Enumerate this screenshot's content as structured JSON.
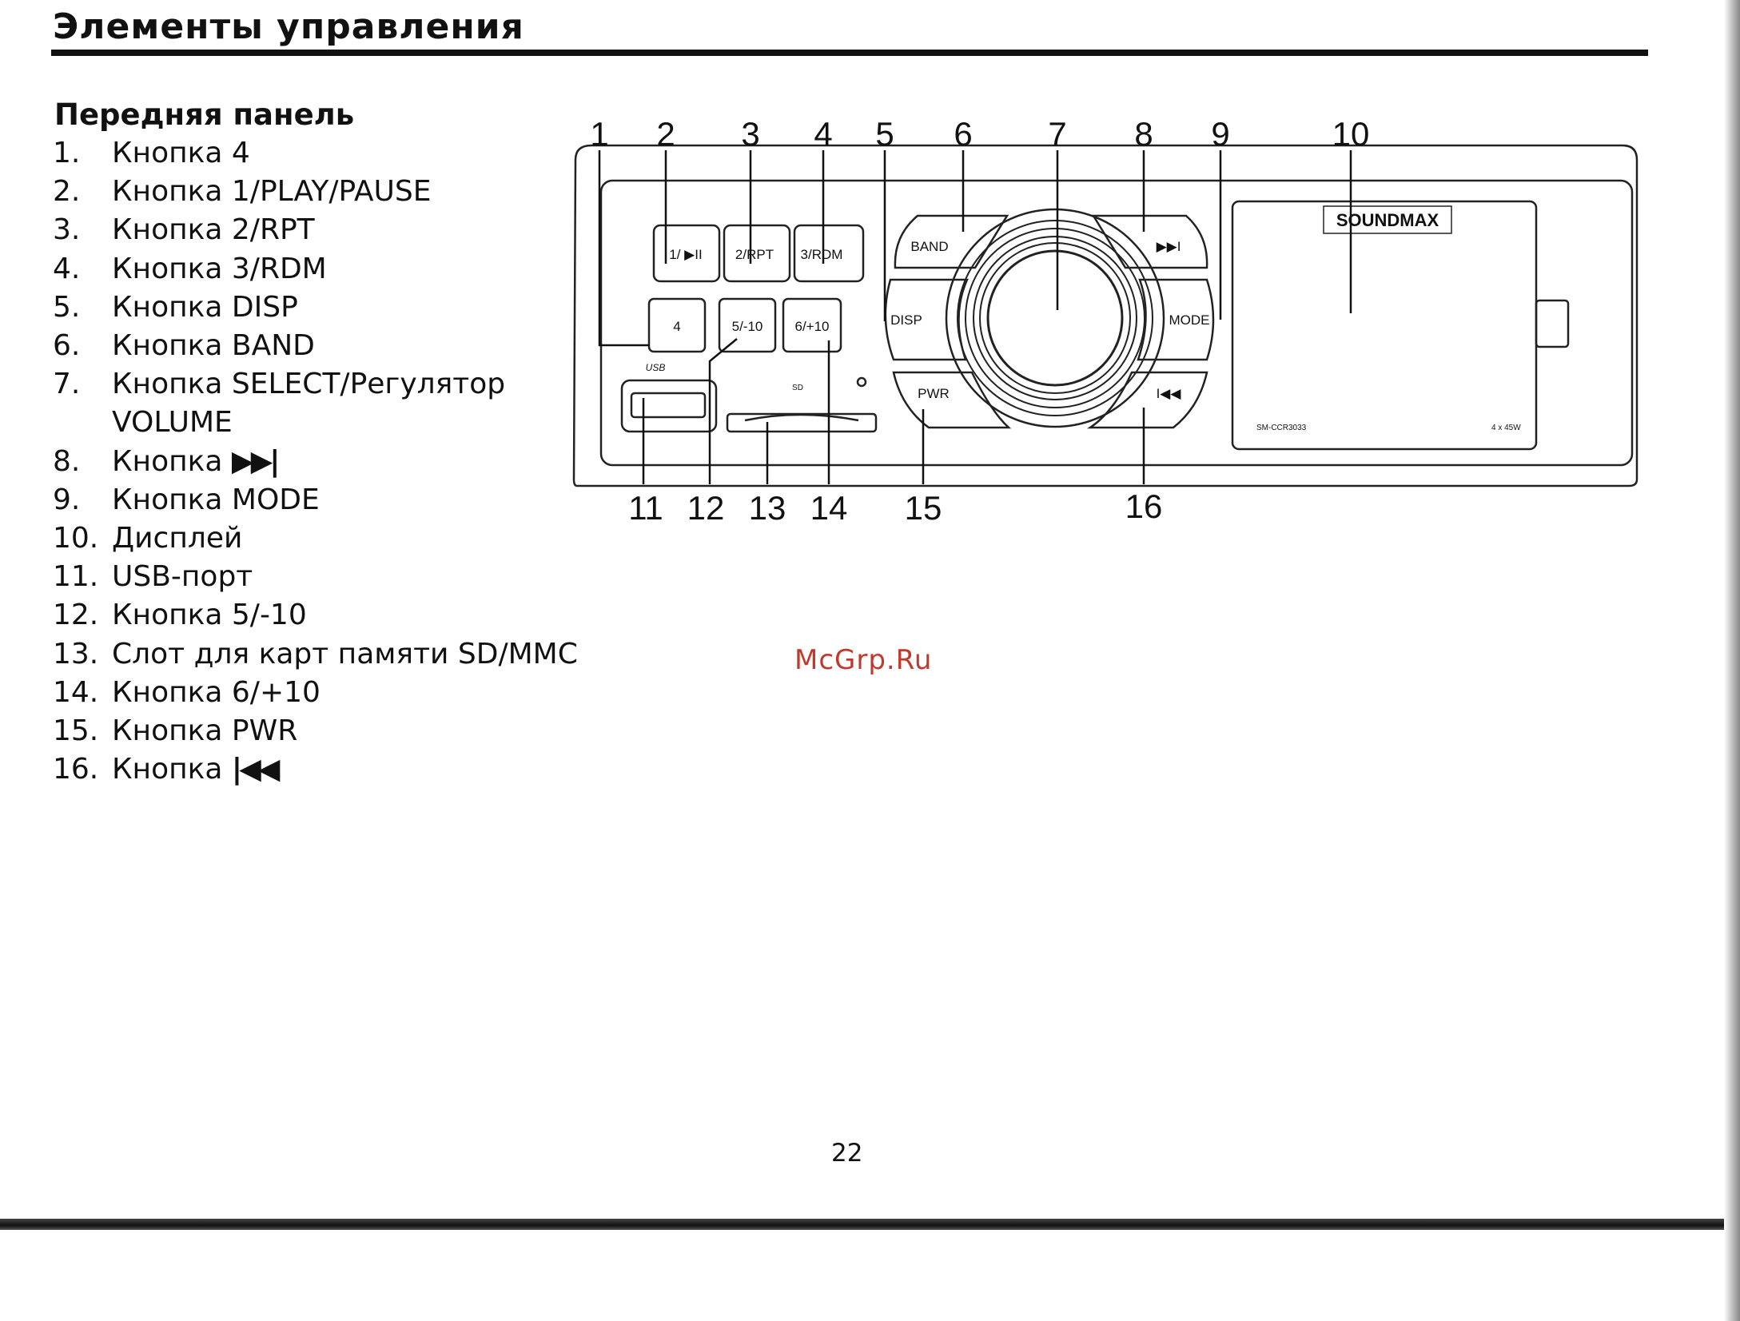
{
  "page_title": "Элементы управления",
  "section_title": "Передняя панель",
  "items": [
    {
      "num": "1.",
      "text": "Кнопка 4"
    },
    {
      "num": "2.",
      "text": "Кнопка 1/PLAY/PAUSE"
    },
    {
      "num": "3.",
      "text": "Кнопка 2/RPT"
    },
    {
      "num": "4.",
      "text": "Кнопка 3/RDM"
    },
    {
      "num": "5.",
      "text": "Кнопка DISP"
    },
    {
      "num": "6.",
      "text": "Кнопка BAND"
    },
    {
      "num": "7.",
      "text": "Кнопка SELECT/Регулятор VOLUME"
    },
    {
      "num": "8.",
      "text": "Кнопка",
      "glyph": "▶▶|"
    },
    {
      "num": "9.",
      "text": "Кнопка MODE"
    },
    {
      "num": "10.",
      "text": "Дисплей"
    },
    {
      "num": "11.",
      "text": "USB-порт"
    },
    {
      "num": "12.",
      "text": "Кнопка 5/-10"
    },
    {
      "num": "13.",
      "text": "Слот для карт памяти SD/MMC"
    },
    {
      "num": "14.",
      "text": "Кнопка 6/+10"
    },
    {
      "num": "15.",
      "text": "Кнопка PWR"
    },
    {
      "num": "16.",
      "text": "Кнопка",
      "glyph": "|◀◀"
    }
  ],
  "diagram": {
    "callouts_top": [
      "1",
      "2",
      "3",
      "4",
      "5",
      "6",
      "7",
      "8",
      "9",
      "10"
    ],
    "callouts_bottom": [
      "11",
      "12",
      "13",
      "14",
      "15",
      "16"
    ],
    "buttons": {
      "b1": "1/ ▶II",
      "b2": "2/RPT",
      "b3": "3/RDM",
      "b4": "4",
      "b5": "5/-10",
      "b6": "6/+10",
      "band": "BAND",
      "disp": "DISP",
      "pwr": "PWR",
      "mode": "MODE",
      "next": "▶▶I",
      "prev": "I◀◀"
    },
    "brand": "SOUNDMAX",
    "model": "SM-CCR3033",
    "power_rating": "4 x 45W",
    "usb_label": "USB",
    "sd_label": "SD"
  },
  "watermark": "McGrp.Ru",
  "page_number": "22"
}
